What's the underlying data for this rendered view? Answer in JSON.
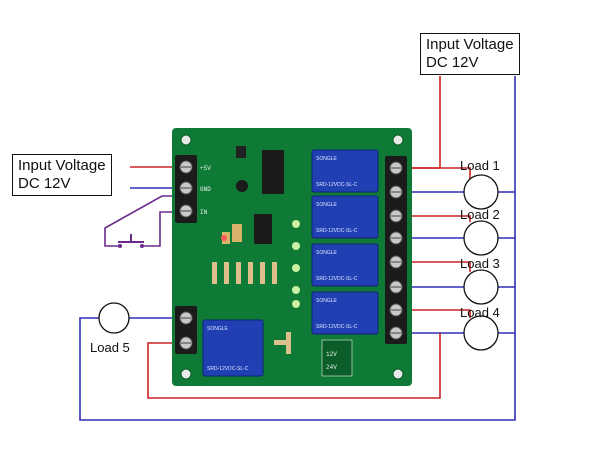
{
  "labels": {
    "input_top_line1": "Input Voltage",
    "input_top_line2": "DC 12V",
    "input_left_line1": "Input Voltage",
    "input_left_line2": "DC 12V"
  },
  "loads": [
    "Load 1",
    "Load 2",
    "Load 3",
    "Load 4",
    "Load 5"
  ],
  "relays": {
    "part_number": "SRD-12VDC-SL-C",
    "brand": "SONGLE"
  },
  "board": {
    "voltage_options": [
      "12V",
      "24V"
    ]
  },
  "colors": {
    "pcb": "#0f7a36",
    "wire_positive": "#cc2222",
    "wire_negative": "#2f2fb8",
    "wire_switch": "#6a2b8c",
    "relay": "#1f3fb3",
    "terminal": "#1b1b1b"
  }
}
